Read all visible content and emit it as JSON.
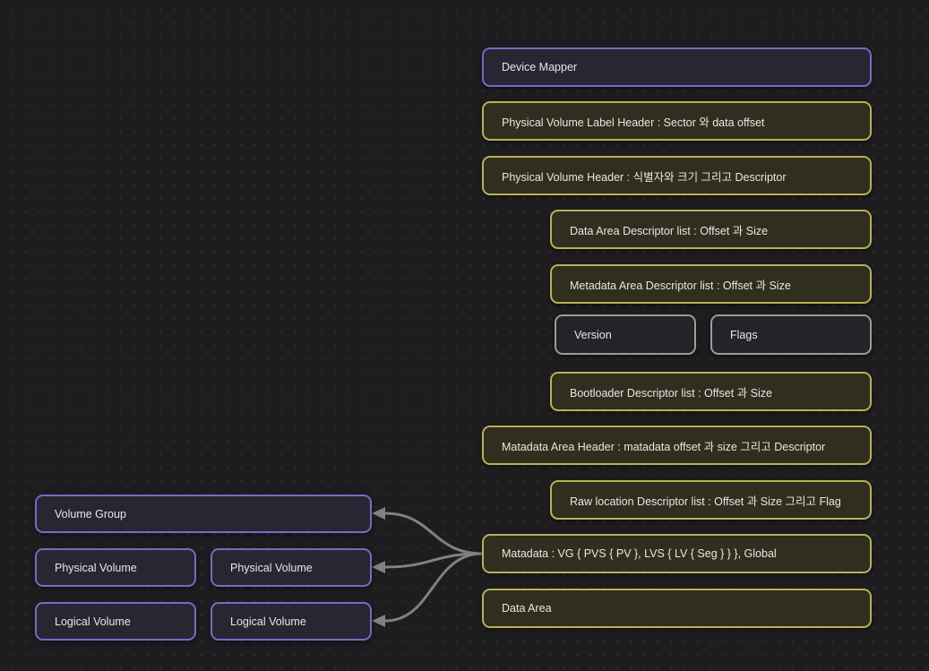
{
  "theme": {
    "bg": "#1d1c1e",
    "dot": "#2a292c",
    "purple": "#7d68c4",
    "purple_fill": "#2a2532",
    "yellow": "#b8b155",
    "yellow_fill": "#302e1f",
    "gray": "#9c9c9c",
    "gray_fill": "#242328",
    "text": "#e8e6e8",
    "edge": "#818181"
  },
  "nodes": {
    "device_mapper": {
      "label": "Device Mapper",
      "variant": "purple"
    },
    "pv_label_header": {
      "label": "Physical Volume Label Header : Sector 와 data offset",
      "variant": "yellow"
    },
    "pv_header": {
      "label": "Physical Volume Header : 식별자와 크기 그리고 Descriptor",
      "variant": "yellow"
    },
    "data_area_descriptor": {
      "label": "Data Area Descriptor list : Offset 과 Size",
      "variant": "yellow"
    },
    "metadata_area_descriptor": {
      "label": "Metadata Area Descriptor list : Offset 과 Size",
      "variant": "yellow"
    },
    "version": {
      "label": "Version",
      "variant": "gray"
    },
    "flags": {
      "label": "Flags",
      "variant": "gray"
    },
    "bootloader_descriptor": {
      "label": "Bootloader Descriptor list : Offset 과 Size",
      "variant": "yellow"
    },
    "metadata_area_header": {
      "label": "Matadata Area Header : matadata offset 과 size 그리고 Descriptor",
      "variant": "yellow"
    },
    "raw_location_descriptor": {
      "label": "Raw location Descriptor list : Offset 과 Size 그리고 Flag",
      "variant": "yellow"
    },
    "metadata_vg": {
      "label": "Matadata : VG { PVS { PV }, LVS { LV { Seg } } }, Global",
      "variant": "yellow"
    },
    "data_area": {
      "label": "Data Area",
      "variant": "yellow"
    },
    "volume_group": {
      "label": "Volume Group",
      "variant": "purple"
    },
    "physical_volume_1": {
      "label": "Physical Volume",
      "variant": "purple"
    },
    "physical_volume_2": {
      "label": "Physical Volume",
      "variant": "purple"
    },
    "logical_volume_1": {
      "label": "Logical Volume",
      "variant": "purple"
    },
    "logical_volume_2": {
      "label": "Logical Volume",
      "variant": "purple"
    }
  },
  "edges": [
    {
      "from": "metadata_vg",
      "to": "volume_group"
    },
    {
      "from": "metadata_vg",
      "to": "physical_volume_2"
    },
    {
      "from": "metadata_vg",
      "to": "logical_volume_2"
    }
  ]
}
